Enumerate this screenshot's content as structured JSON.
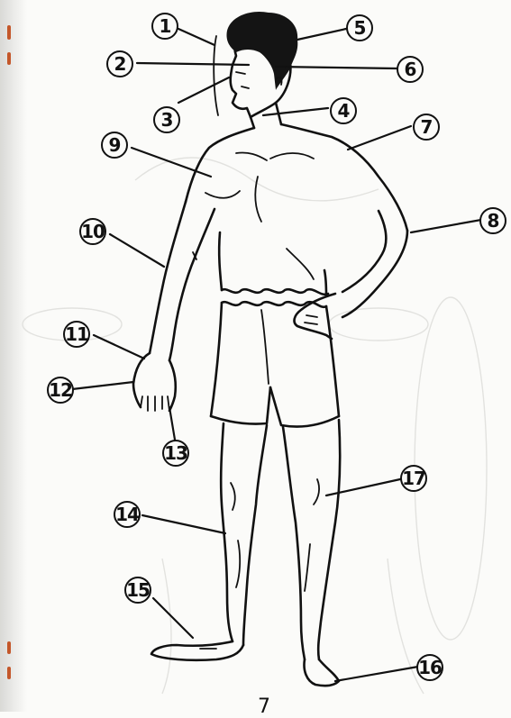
{
  "diagram": {
    "callouts": [
      "1",
      "2",
      "3",
      "4",
      "5",
      "6",
      "7",
      "8",
      "9",
      "10",
      "11",
      "12",
      "13",
      "14",
      "15",
      "16",
      "17"
    ]
  },
  "page": {
    "number": "7"
  },
  "colors": {
    "ink": "#111111",
    "paper": "#fbfbf9",
    "staple": "#c4572a"
  }
}
